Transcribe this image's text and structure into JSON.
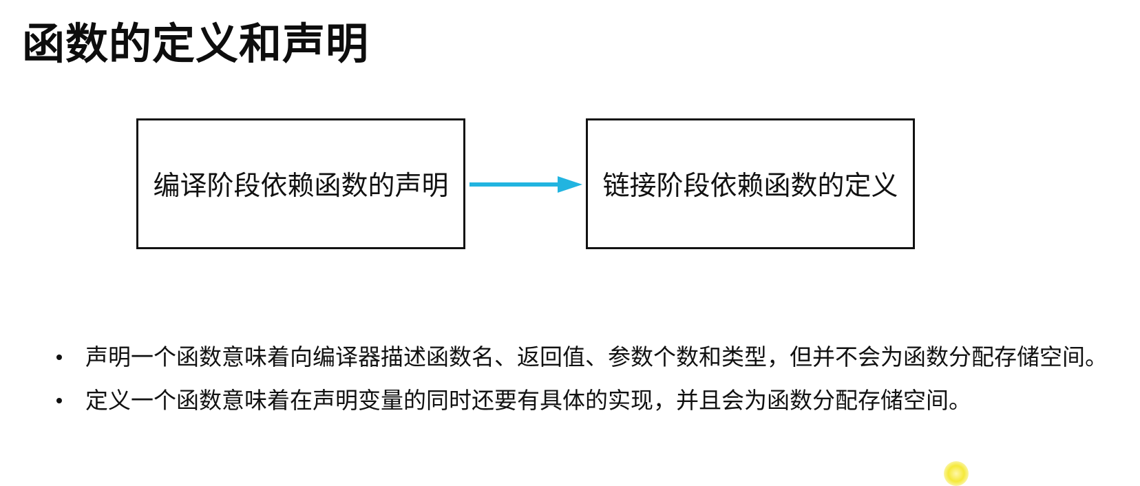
{
  "page": {
    "title": "函数的定义和声明"
  },
  "diagram": {
    "left_box": "编译阶段依赖函数的声明",
    "right_box": "链接阶段依赖函数的定义",
    "arrow_color": "#22b4e0"
  },
  "bullets": [
    "声明一个函数意味着向编译器描述函数名、返回值、参数个数和类型，但并不会为函数分配存储空间。",
    "定义一个函数意味着在声明变量的同时还要有具体的实现，并且会为函数分配存储空间。"
  ],
  "colors": {
    "text": "#111111",
    "arrow": "#22b4e0",
    "cursor_highlight": "#f5e93a"
  }
}
